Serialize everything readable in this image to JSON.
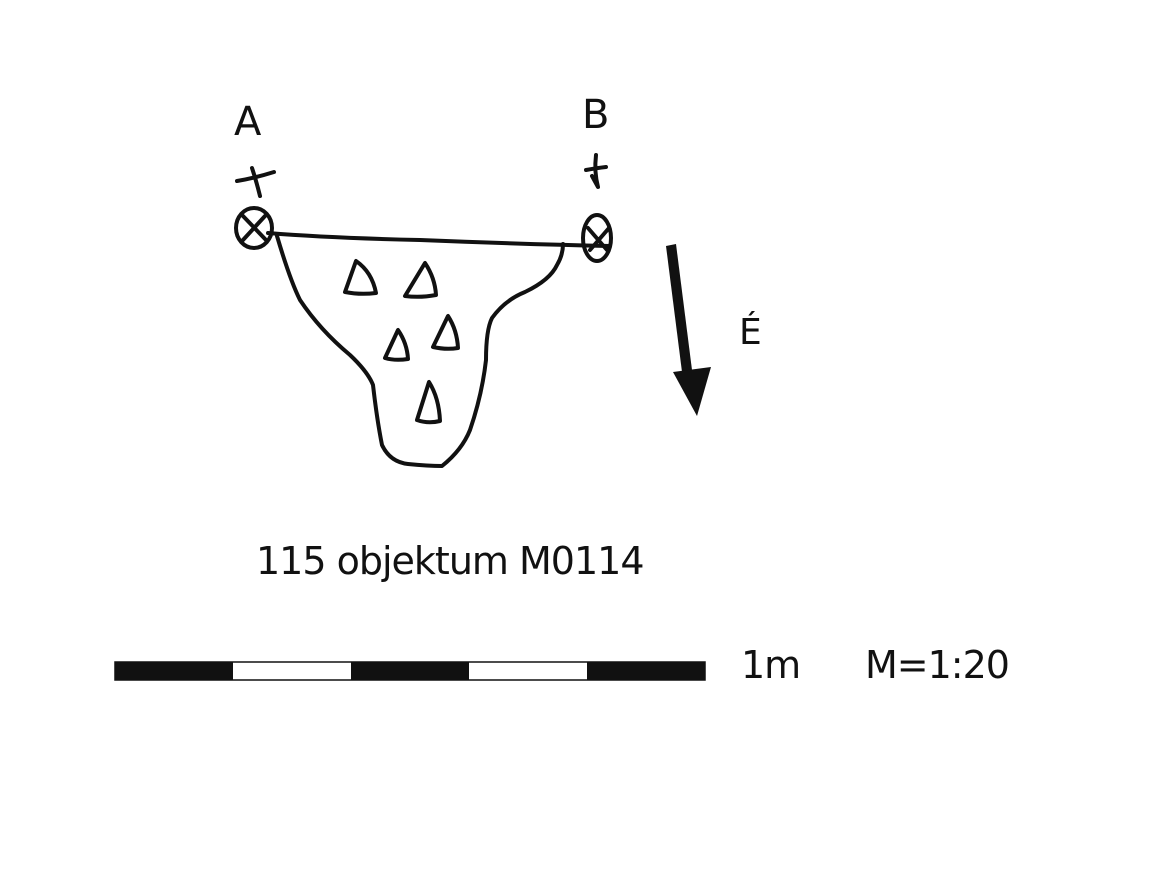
{
  "drawing": {
    "point_a_label": "A",
    "point_b_label": "B",
    "north_label": "É",
    "title": "115 objektum M0114"
  },
  "scale": {
    "segments": 5,
    "length_label": "1m",
    "ratio_label": "M=1:20"
  },
  "colors": {
    "ink": "#111111",
    "paper": "#ffffff"
  }
}
